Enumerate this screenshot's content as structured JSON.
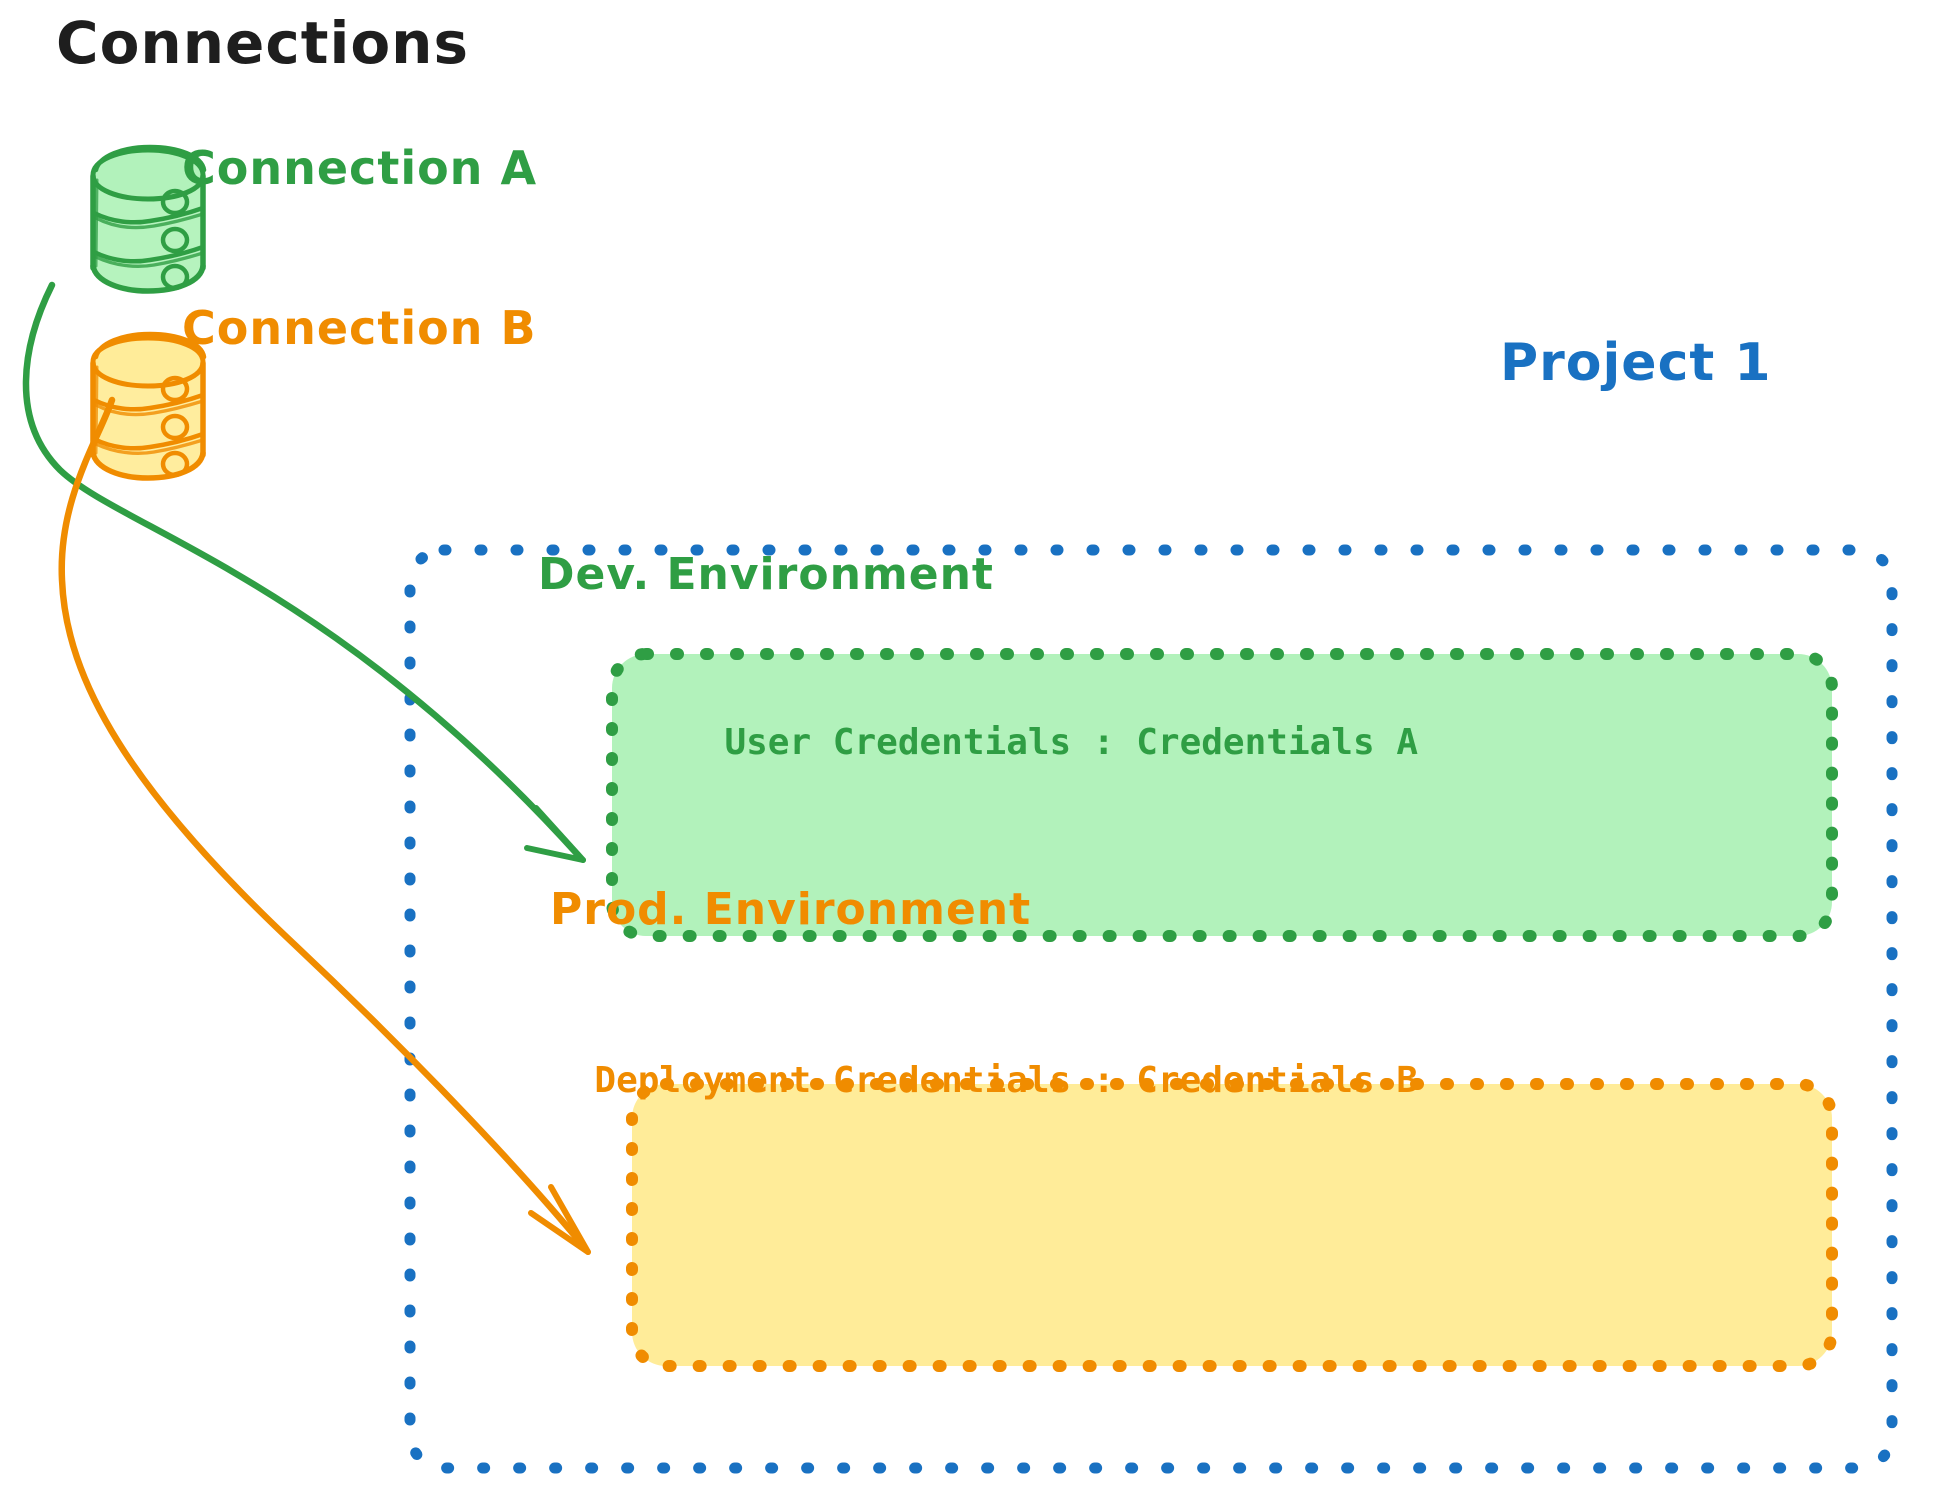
{
  "diagram": {
    "title": "Connections",
    "title_color": "#1e1e1e",
    "background": "#ffffff"
  },
  "connections": [
    {
      "id": "connection-a",
      "label": "Connection A",
      "icon": "database-cylinder-icon",
      "color": "#2f9e44",
      "fill": "#b2f2bb",
      "targets_environment": "Dev. Environment"
    },
    {
      "id": "connection-b",
      "label": "Connection B",
      "icon": "database-cylinder-icon",
      "color": "#f08c00",
      "fill": "#ffec99",
      "targets_environment": "Prod. Environment"
    }
  ],
  "project": {
    "label": "Project 1",
    "label_color": "#1971c2",
    "border_color": "#1971c2",
    "border_style": "dotted",
    "environments": [
      {
        "id": "dev-environment",
        "title": "Dev. Environment",
        "credentials_label": "User Credentials",
        "credentials_separator": ":",
        "credentials_value": "Credentials A",
        "credentials_text": "User Credentials : Credentials A",
        "fill": "#b2f2bb",
        "border_color": "#2f9e44",
        "text_color": "#2f9e44",
        "border_style": "dotted"
      },
      {
        "id": "prod-environment",
        "title": "Prod. Environment",
        "credentials_label": "Deployment Credentials",
        "credentials_separator": ":",
        "credentials_value": "Credentials B",
        "credentials_text": "Deployment Credentials : Credentials B",
        "fill": "#ffec99",
        "border_color": "#f08c00",
        "text_color": "#f08c00",
        "border_style": "dotted"
      }
    ]
  },
  "arrows": [
    {
      "id": "arrow-connection-a-to-dev",
      "from": "Connection A",
      "to": "Dev. Environment",
      "color": "#2f9e44"
    },
    {
      "id": "arrow-connection-b-to-prod",
      "from": "Connection B",
      "to": "Prod. Environment",
      "color": "#f08c00"
    }
  ]
}
